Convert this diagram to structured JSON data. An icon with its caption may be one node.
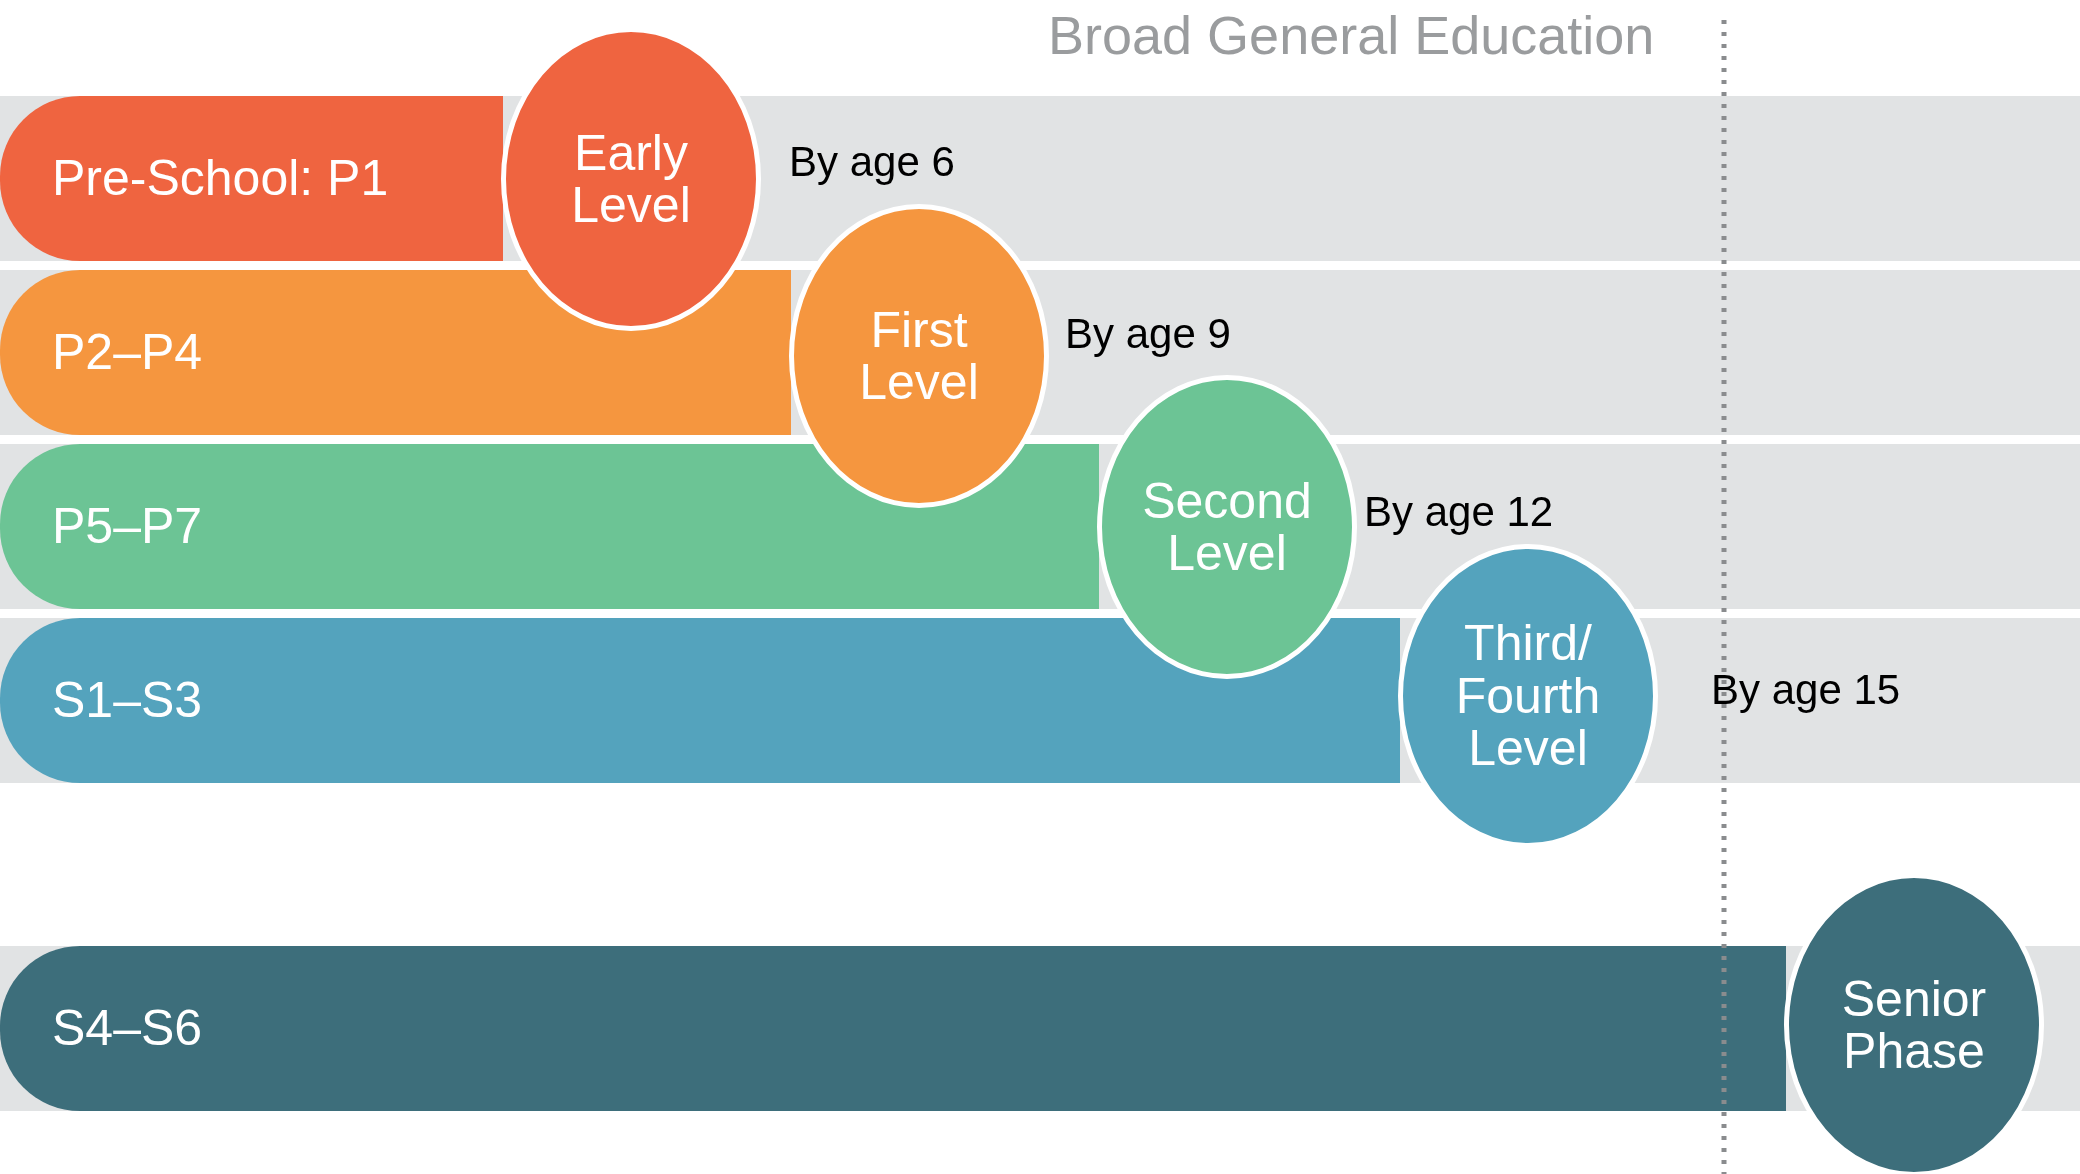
{
  "diagram": {
    "nodes": [
      {
        "text": [
          "Pre-School: P1"
        ]
      },
      {
        "text": [
          "Early Level"
        ],
        "beside": [
          "By age 6"
        ]
      },
      {
        "text": [
          "P2–P4"
        ]
      },
      {
        "text": [
          "First Level"
        ],
        "beside": [
          "By age 9"
        ]
      },
      {
        "text": [
          "P5–P7"
        ]
      },
      {
        "text": [
          "Second Level"
        ],
        "beside": [
          "By age 12"
        ]
      },
      {
        "text": [
          "S1–S3"
        ]
      },
      {
        "text": [
          "Third/ Fourth Level"
        ],
        "beside": [
          "By age 15"
        ]
      },
      {
        "text": [
          "S4–S6"
        ]
      },
      {
        "text": [
          "Senior Phase"
        ]
      }
    ],
    "edges": [],
    "labels": [
      "Broad General Education"
    ]
  }
}
